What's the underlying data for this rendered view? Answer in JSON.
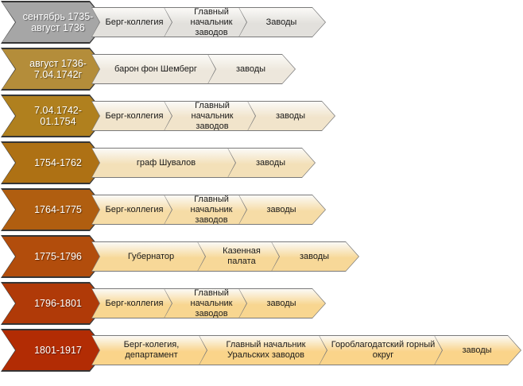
{
  "rows": [
    {
      "period": "сентябрь 1735-август 1736",
      "steps": [
        "Берг-коллегия",
        "Главный начальник заводов",
        "Заводы"
      ]
    },
    {
      "period": "август 1736-7.04.1742г",
      "steps": [
        "барон фон Шемберг",
        "заводы"
      ]
    },
    {
      "period": "7.04.1742-01.1754",
      "steps": [
        "Берг-коллегия",
        "Главный начальник заводов",
        "заводы"
      ]
    },
    {
      "period": "1754-1762",
      "steps": [
        "граф Шувалов",
        "заводы"
      ]
    },
    {
      "period": "1764-1775",
      "steps": [
        "Берг-коллегия",
        "Главный начальник заводов",
        "заводы"
      ]
    },
    {
      "period": "1775-1796",
      "steps": [
        "Губернатор",
        "Казенная палата",
        "заводы"
      ]
    },
    {
      "period": "1796-1801",
      "steps": [
        "Берг-коллегия",
        "Главный начальник заводов",
        "заводы"
      ]
    },
    {
      "period": "1801-1917",
      "steps": [
        "Берг-колегия, департамент",
        "Главный начальник Уральских заводов",
        "Гороблагодатский горный округ",
        "заводы"
      ]
    }
  ],
  "colors": {
    "heads": [
      "#a6a6a6",
      "#b48d3a",
      "#b0801e",
      "#ae7114",
      "#b05e10",
      "#b24d0c",
      "#b03a08",
      "#b22c04"
    ],
    "steps": [
      "#e2e0dc",
      "#ede7dc",
      "#f1e4cb",
      "#f3e0b8",
      "#f6dca6",
      "#f7d898",
      "#f8d690",
      "#fad48a"
    ]
  }
}
